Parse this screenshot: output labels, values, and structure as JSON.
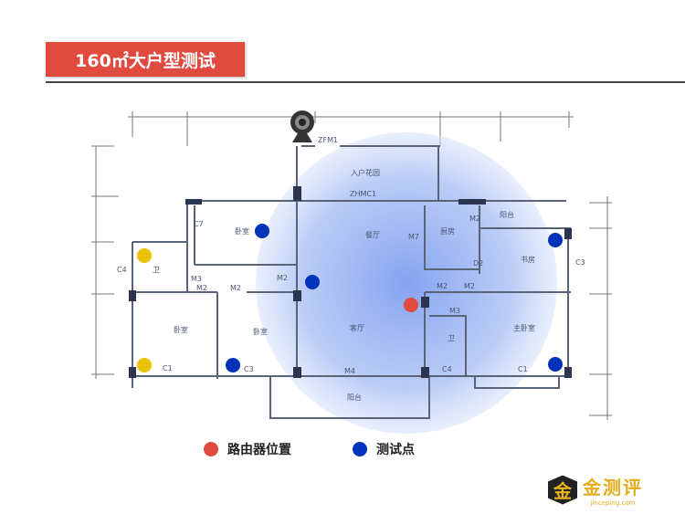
{
  "title": "160㎡大户型测试",
  "plan": {
    "labels": {
      "door_top": "ZFM1",
      "entry_garden": "入户花园",
      "window_dining": "ZHMC1",
      "dining": "餐厅",
      "m7": "M7",
      "kitchen": "厨房",
      "m2_kitchen": "M2",
      "balcony_top": "阳台",
      "d2": "D2",
      "study": "书房",
      "c3_right": "C3",
      "bedroom_top": "卧室",
      "c7": "C7",
      "c4_left": "C4",
      "bath_left": "卫",
      "m3_left": "M3",
      "m2_a": "M2",
      "m2_b": "M2",
      "m2_c": "M2",
      "bedroom_left": "卧室",
      "c1_left": "C1",
      "bedroom_mid": "卧室",
      "c3_mid": "C3",
      "living": "客厅",
      "m4": "M4",
      "balcony_bottom": "阳台",
      "m2_d": "M2",
      "m2_e": "M2",
      "m3_right": "M3",
      "bath_right": "卫",
      "c4_right": "C4",
      "master_bedroom": "主卧室",
      "c1_right": "C1"
    },
    "router_color": "#e04a3f",
    "test_color": "#0033bb",
    "weak_color": "#e8c200"
  },
  "legend": {
    "router": "路由器位置",
    "test_point": "测试点"
  },
  "logo": {
    "badge": "金",
    "name": "金测评",
    "url": "jinceping.com"
  }
}
